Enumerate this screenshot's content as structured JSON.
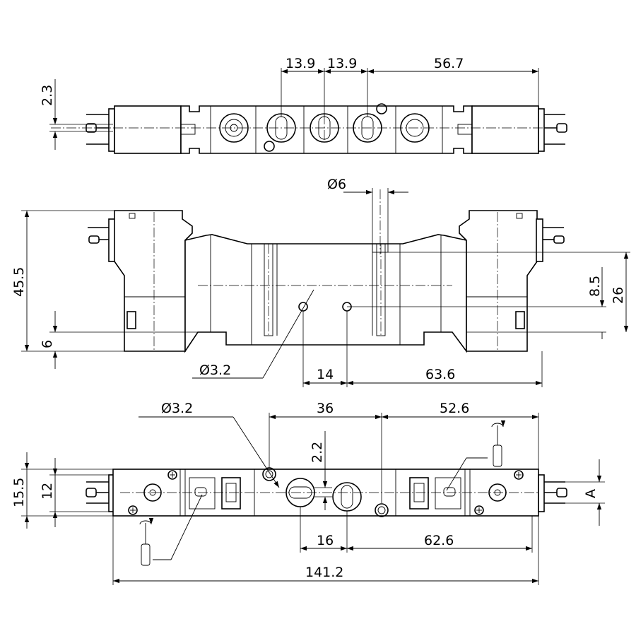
{
  "dimensions": {
    "top_view": {
      "d_13_9_a": "13.9",
      "d_13_9_b": "13.9",
      "d_56_7": "56.7",
      "d_2_3": "2.3"
    },
    "front_view": {
      "d_phi6": "Ø6",
      "d_45_5": "45.5",
      "d_6": "6",
      "d_8_5": "8.5",
      "d_26": "26",
      "d_phi3_2": "Ø3.2",
      "d_14": "14",
      "d_63_6": "63.6"
    },
    "bottom_view": {
      "d_phi3_2": "Ø3.2",
      "d_36": "36",
      "d_52_6": "52.6",
      "d_2_2": "2.2",
      "d_15_5": "15.5",
      "d_12": "12",
      "d_A": "A",
      "d_16": "16",
      "d_62_6": "62.6",
      "d_141_2": "141.2"
    }
  }
}
